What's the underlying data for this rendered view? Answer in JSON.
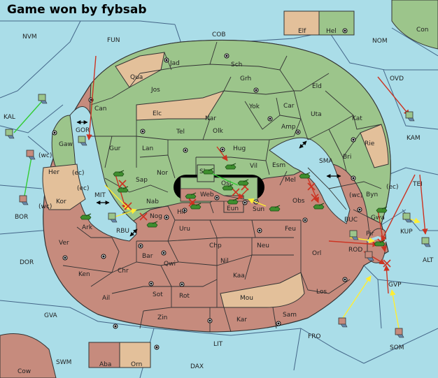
{
  "title": "Game won by fybsab",
  "colors": {
    "sea": "#aadde8",
    "green": "#9cc58b",
    "red": "#c68b7d",
    "tan": "#e3c09a",
    "border": "#333333",
    "line": "#446688",
    "hold": "#33cc33",
    "support": "#ffee33",
    "attack": "#cc3322"
  },
  "seas": [
    {
      "id": "NVM",
      "label": "NVM"
    },
    {
      "id": "FUN",
      "label": "FUN"
    },
    {
      "id": "COB",
      "label": "COB"
    },
    {
      "id": "NOM",
      "label": "NOM"
    },
    {
      "id": "Con",
      "label": "Con"
    },
    {
      "id": "OVD",
      "label": "OVD"
    },
    {
      "id": "KAL",
      "label": "KAL"
    },
    {
      "id": "KAM",
      "label": "KAM"
    },
    {
      "id": "SMA",
      "label": "SMA"
    },
    {
      "id": "TEI",
      "label": "TEI"
    },
    {
      "id": "BOR",
      "label": "BOR"
    },
    {
      "id": "MIT",
      "label": "MIT"
    },
    {
      "id": "RBU",
      "label": "RBU"
    },
    {
      "id": "BUC",
      "label": "BUC"
    },
    {
      "id": "KUP",
      "label": "KUP"
    },
    {
      "id": "ALT",
      "label": "ALT"
    },
    {
      "id": "ROD",
      "label": "ROD"
    },
    {
      "id": "DOR",
      "label": "DOR"
    },
    {
      "id": "GVA",
      "label": "GVA"
    },
    {
      "id": "GVP",
      "label": "GVP"
    },
    {
      "id": "FRO",
      "label": "FRO"
    },
    {
      "id": "SOM",
      "label": "SOM"
    },
    {
      "id": "LIT",
      "label": "LIT"
    },
    {
      "id": "SWM",
      "label": "SWM"
    },
    {
      "id": "DAX",
      "label": "DAX"
    },
    {
      "id": "Cow",
      "label": "Cow"
    }
  ],
  "lands": [
    {
      "id": "Jad",
      "label": "Jad"
    },
    {
      "id": "Sch",
      "label": "Sch"
    },
    {
      "id": "Qua",
      "label": "Qua"
    },
    {
      "id": "Grh",
      "label": "Grh"
    },
    {
      "id": "Jos",
      "label": "Jos"
    },
    {
      "id": "Eld",
      "label": "Eld"
    },
    {
      "id": "Can",
      "label": "Can"
    },
    {
      "id": "Yok",
      "label": "Yok"
    },
    {
      "id": "Car",
      "label": "Car"
    },
    {
      "id": "Elc",
      "label": "Elc"
    },
    {
      "id": "Nar",
      "label": "Nar"
    },
    {
      "id": "Uta",
      "label": "Uta"
    },
    {
      "id": "Kat",
      "label": "Kat"
    },
    {
      "id": "Amp",
      "label": "Amp"
    },
    {
      "id": "Tel",
      "label": "Tel"
    },
    {
      "id": "Olk",
      "label": "Olk"
    },
    {
      "id": "Gaw",
      "label": "Gaw"
    },
    {
      "id": "GOR",
      "label": "GOR"
    },
    {
      "id": "Gur",
      "label": "Gur"
    },
    {
      "id": "Hug",
      "label": "Hug"
    },
    {
      "id": "Rie",
      "label": "Rie"
    },
    {
      "id": "Lan",
      "label": "Lan"
    },
    {
      "id": "Bri",
      "label": "Bri"
    },
    {
      "id": "Vil",
      "label": "Vil"
    },
    {
      "id": "Esm",
      "label": "Esm"
    },
    {
      "id": "Nor",
      "label": "Nor"
    },
    {
      "id": "Skr",
      "label": "Skr"
    },
    {
      "id": "Her",
      "label": "Her"
    },
    {
      "id": "Sap",
      "label": "Sap"
    },
    {
      "id": "Ost",
      "label": "Ost"
    },
    {
      "id": "Mel",
      "label": "Mel"
    },
    {
      "id": "Web",
      "label": "Web"
    },
    {
      "id": "Byn",
      "label": "Byn"
    },
    {
      "id": "Kor",
      "label": "Kor"
    },
    {
      "id": "Nab",
      "label": "Nab"
    },
    {
      "id": "Obs",
      "label": "Obs"
    },
    {
      "id": "Eun",
      "label": "Eun"
    },
    {
      "id": "Sun",
      "label": "Sun"
    },
    {
      "id": "Hil",
      "label": "Hil"
    },
    {
      "id": "Gwa",
      "label": "Gwa"
    },
    {
      "id": "Ark",
      "label": "Ark"
    },
    {
      "id": "Nog",
      "label": "Nog"
    },
    {
      "id": "Uru",
      "label": "Uru"
    },
    {
      "id": "Feu",
      "label": "Feu"
    },
    {
      "id": "Pir",
      "label": "Pir"
    },
    {
      "id": "Ver",
      "label": "Ver"
    },
    {
      "id": "Chp",
      "label": "Chp"
    },
    {
      "id": "Neu",
      "label": "Neu"
    },
    {
      "id": "Orl",
      "label": "Orl"
    },
    {
      "id": "Bar",
      "label": "Bar"
    },
    {
      "id": "Qwi",
      "label": "Qwi"
    },
    {
      "id": "Nil",
      "label": "Nil"
    },
    {
      "id": "Ken",
      "label": "Ken"
    },
    {
      "id": "Chr",
      "label": "Chr"
    },
    {
      "id": "Kaa",
      "label": "Kaa"
    },
    {
      "id": "Ail",
      "label": "Ail"
    },
    {
      "id": "Sot",
      "label": "Sot"
    },
    {
      "id": "Rot",
      "label": "Rot"
    },
    {
      "id": "Mou",
      "label": "Mou"
    },
    {
      "id": "Los",
      "label": "Los"
    },
    {
      "id": "Sam",
      "label": "Sam"
    },
    {
      "id": "Zin",
      "label": "Zin"
    },
    {
      "id": "Kar",
      "label": "Kar"
    }
  ],
  "coast_labels": [
    {
      "id": "wc1",
      "label": "(wc)"
    },
    {
      "id": "ec1",
      "label": "(ec)"
    },
    {
      "id": "ec2",
      "label": "(ec)"
    },
    {
      "id": "wc2",
      "label": "(wc)"
    },
    {
      "id": "wc3",
      "label": "(wc)"
    },
    {
      "id": "ec3",
      "label": "(ec)"
    }
  ],
  "legend_top": [
    {
      "id": "Elf",
      "label": "Elf"
    },
    {
      "id": "Hel",
      "label": "Hel"
    }
  ],
  "legend_bottom": [
    {
      "id": "Aba",
      "label": "Aba"
    },
    {
      "id": "Orn",
      "label": "Orn"
    }
  ]
}
